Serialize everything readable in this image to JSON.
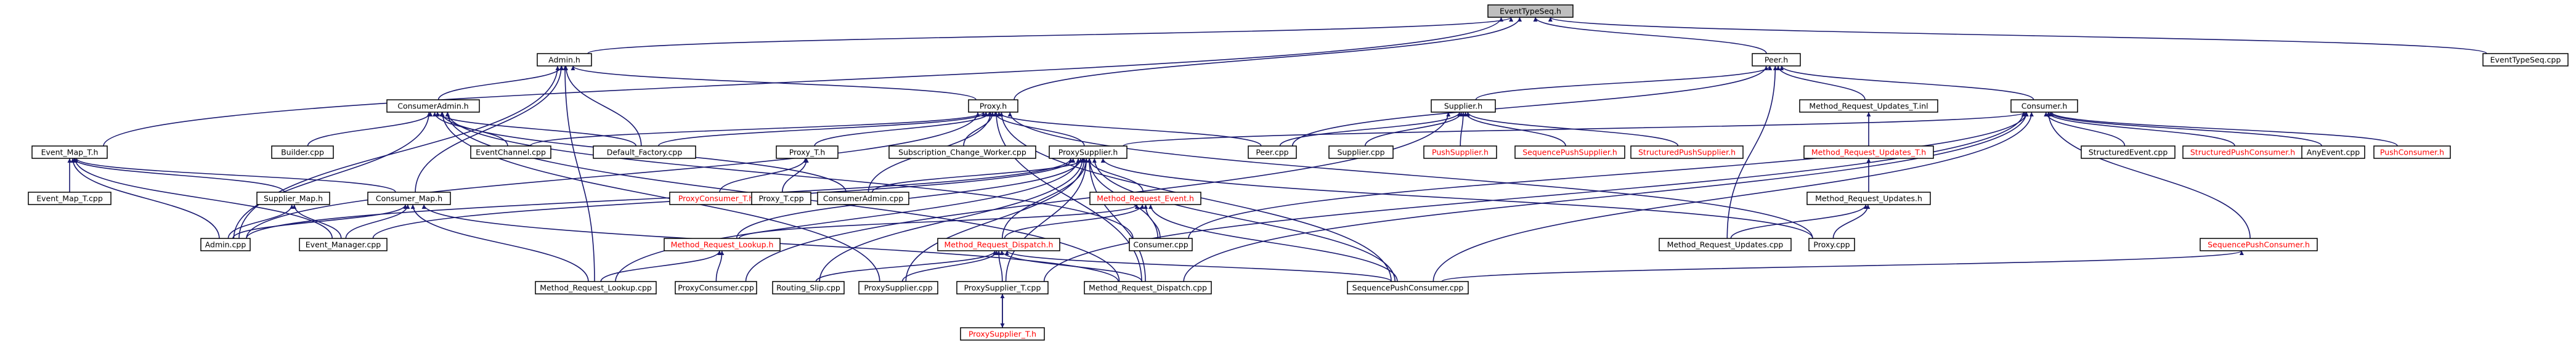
{
  "colors": {
    "edge": "#191970",
    "node_border": "#000000",
    "root_fill": "#bfbfbf",
    "missing_text": "#ff0000",
    "text": "#000000",
    "background": "#ffffff"
  },
  "nodes": [
    {
      "id": "ets_h",
      "label": "EventTypeSeq.h",
      "kind": "root"
    },
    {
      "id": "admin_h",
      "label": "Admin.h",
      "kind": "normal"
    },
    {
      "id": "peer_h",
      "label": "Peer.h",
      "kind": "normal"
    },
    {
      "id": "ets_cpp",
      "label": "EventTypeSeq.cpp",
      "kind": "normal"
    },
    {
      "id": "consumeradmin_h",
      "label": "ConsumerAdmin.h",
      "kind": "normal"
    },
    {
      "id": "proxy_h",
      "label": "Proxy.h",
      "kind": "normal"
    },
    {
      "id": "supplier_h",
      "label": "Supplier.h",
      "kind": "normal"
    },
    {
      "id": "mru_t_inl",
      "label": "Method_Request_Updates_T.inl",
      "kind": "normal"
    },
    {
      "id": "consumer_h",
      "label": "Consumer.h",
      "kind": "normal"
    },
    {
      "id": "eventmap_t_h",
      "label": "Event_Map_T.h",
      "kind": "normal"
    },
    {
      "id": "builder_cpp",
      "label": "Builder.cpp",
      "kind": "normal"
    },
    {
      "id": "eventchannel_cpp",
      "label": "EventChannel.cpp",
      "kind": "normal"
    },
    {
      "id": "default_factory_cpp",
      "label": "Default_Factory.cpp",
      "kind": "normal"
    },
    {
      "id": "proxy_t_h",
      "label": "Proxy_T.h",
      "kind": "normal"
    },
    {
      "id": "subscription_worker_cpp",
      "label": "Subscription_Change_Worker.cpp",
      "kind": "normal"
    },
    {
      "id": "proxysupplier_h",
      "label": "ProxySupplier.h",
      "kind": "normal"
    },
    {
      "id": "peer_cpp",
      "label": "Peer.cpp",
      "kind": "normal"
    },
    {
      "id": "supplier_cpp",
      "label": "Supplier.cpp",
      "kind": "normal"
    },
    {
      "id": "pushsupplier_h",
      "label": "PushSupplier.h",
      "kind": "missing"
    },
    {
      "id": "sequencepushsupplier_h",
      "label": "SequencePushSupplier.h",
      "kind": "missing"
    },
    {
      "id": "structuredpushsupplier_h",
      "label": "StructuredPushSupplier.h",
      "kind": "missing"
    },
    {
      "id": "mru_t_h",
      "label": "Method_Request_Updates_T.h",
      "kind": "missing"
    },
    {
      "id": "structuredevent_cpp",
      "label": "StructuredEvent.cpp",
      "kind": "normal"
    },
    {
      "id": "structuredpushconsumer_h",
      "label": "StructuredPushConsumer.h",
      "kind": "missing"
    },
    {
      "id": "anyevent_cpp",
      "label": "AnyEvent.cpp",
      "kind": "normal"
    },
    {
      "id": "pushconsumer_h",
      "label": "PushConsumer.h",
      "kind": "missing"
    },
    {
      "id": "eventmap_t_cpp",
      "label": "Event_Map_T.cpp",
      "kind": "normal"
    },
    {
      "id": "supplier_map_h",
      "label": "Supplier_Map.h",
      "kind": "normal"
    },
    {
      "id": "consumer_map_h",
      "label": "Consumer_Map.h",
      "kind": "normal"
    },
    {
      "id": "proxyconsumer_t_h",
      "label": "ProxyConsumer_T.h",
      "kind": "missing"
    },
    {
      "id": "proxy_t_cpp",
      "label": "Proxy_T.cpp",
      "kind": "normal"
    },
    {
      "id": "consumeradmin_cpp",
      "label": "ConsumerAdmin.cpp",
      "kind": "normal"
    },
    {
      "id": "mr_event_h",
      "label": "Method_Request_Event.h",
      "kind": "missing"
    },
    {
      "id": "mru_h",
      "label": "Method_Request_Updates.h",
      "kind": "normal"
    },
    {
      "id": "admin_cpp",
      "label": "Admin.cpp",
      "kind": "normal"
    },
    {
      "id": "event_manager_cpp",
      "label": "Event_Manager.cpp",
      "kind": "normal"
    },
    {
      "id": "mr_lookup_h",
      "label": "Method_Request_Lookup.h",
      "kind": "missing"
    },
    {
      "id": "consumer_cpp",
      "label": "Consumer.cpp",
      "kind": "normal"
    },
    {
      "id": "mr_dispatch_h",
      "label": "Method_Request_Dispatch.h",
      "kind": "missing"
    },
    {
      "id": "mru_cpp",
      "label": "Method_Request_Updates.cpp",
      "kind": "normal"
    },
    {
      "id": "proxy_cpp",
      "label": "Proxy.cpp",
      "kind": "normal"
    },
    {
      "id": "sequencepushconsumer_h",
      "label": "SequencePushConsumer.h",
      "kind": "missing"
    },
    {
      "id": "mr_lookup_cpp",
      "label": "Method_Request_Lookup.cpp",
      "kind": "normal"
    },
    {
      "id": "proxyconsumer_cpp",
      "label": "ProxyConsumer.cpp",
      "kind": "normal"
    },
    {
      "id": "routing_slip_cpp",
      "label": "Routing_Slip.cpp",
      "kind": "normal"
    },
    {
      "id": "proxysupplier_cpp",
      "label": "ProxySupplier.cpp",
      "kind": "normal"
    },
    {
      "id": "proxysupplier_t_cpp",
      "label": "ProxySupplier_T.cpp",
      "kind": "normal"
    },
    {
      "id": "mr_dispatch_cpp",
      "label": "Method_Request_Dispatch.cpp",
      "kind": "normal"
    },
    {
      "id": "sequencepushconsumer_cpp",
      "label": "SequencePushConsumer.cpp",
      "kind": "normal"
    },
    {
      "id": "proxysupplier_t_h",
      "label": "ProxySupplier_T.h",
      "kind": "missing"
    }
  ],
  "edges": [
    [
      "admin_h",
      "ets_h"
    ],
    [
      "peer_h",
      "ets_h"
    ],
    [
      "ets_cpp",
      "ets_h"
    ],
    [
      "proxy_h",
      "ets_h"
    ],
    [
      "eventmap_t_h",
      "ets_h"
    ],
    [
      "consumeradmin_h",
      "admin_h"
    ],
    [
      "proxy_h",
      "admin_h"
    ],
    [
      "default_factory_cpp",
      "admin_h"
    ],
    [
      "admin_cpp",
      "admin_h"
    ],
    [
      "mr_lookup_cpp",
      "admin_h"
    ],
    [
      "consumer_map_h",
      "admin_h"
    ],
    [
      "supplier_h",
      "peer_h"
    ],
    [
      "consumer_h",
      "peer_h"
    ],
    [
      "mru_t_inl",
      "peer_h"
    ],
    [
      "peer_cpp",
      "peer_h"
    ],
    [
      "mru_cpp",
      "peer_h"
    ],
    [
      "builder_cpp",
      "consumeradmin_h"
    ],
    [
      "eventchannel_cpp",
      "consumeradmin_h"
    ],
    [
      "default_factory_cpp",
      "consumeradmin_h"
    ],
    [
      "admin_cpp",
      "consumeradmin_h"
    ],
    [
      "consumeradmin_cpp",
      "consumeradmin_h"
    ],
    [
      "mr_dispatch_cpp",
      "consumeradmin_h"
    ],
    [
      "proxysupplier_cpp",
      "consumeradmin_h"
    ],
    [
      "consumer_cpp",
      "consumeradmin_h"
    ],
    [
      "proxy_t_h",
      "proxy_h"
    ],
    [
      "subscription_worker_cpp",
      "proxy_h"
    ],
    [
      "proxysupplier_h",
      "proxy_h"
    ],
    [
      "peer_cpp",
      "proxy_h"
    ],
    [
      "proxy_cpp",
      "proxy_h"
    ],
    [
      "default_factory_cpp",
      "proxy_h"
    ],
    [
      "eventchannel_cpp",
      "proxy_h"
    ],
    [
      "admin_cpp",
      "proxy_h"
    ],
    [
      "consumeradmin_cpp",
      "proxy_h"
    ],
    [
      "sequencepushconsumer_cpp",
      "proxy_h"
    ],
    [
      "mr_dispatch_cpp",
      "proxy_h"
    ],
    [
      "supplier_cpp",
      "supplier_h"
    ],
    [
      "pushsupplier_h",
      "supplier_h"
    ],
    [
      "sequencepushsupplier_h",
      "supplier_h"
    ],
    [
      "structuredpushsupplier_h",
      "supplier_h"
    ],
    [
      "peer_cpp",
      "supplier_h"
    ],
    [
      "proxyconsumer_cpp",
      "supplier_h"
    ],
    [
      "mru_t_h",
      "mru_t_inl"
    ],
    [
      "structuredevent_cpp",
      "consumer_h"
    ],
    [
      "structuredpushconsumer_h",
      "consumer_h"
    ],
    [
      "anyevent_cpp",
      "consumer_h"
    ],
    [
      "pushconsumer_h",
      "consumer_h"
    ],
    [
      "proxysupplier_h",
      "consumer_h"
    ],
    [
      "consumer_cpp",
      "consumer_h"
    ],
    [
      "sequencepushconsumer_h",
      "consumer_h"
    ],
    [
      "mr_dispatch_cpp",
      "consumer_h"
    ],
    [
      "sequencepushconsumer_cpp",
      "consumer_h"
    ],
    [
      "proxysupplier_t_cpp",
      "consumer_h"
    ],
    [
      "eventmap_t_cpp",
      "eventmap_t_h"
    ],
    [
      "supplier_map_h",
      "eventmap_t_h"
    ],
    [
      "consumer_map_h",
      "eventmap_t_h"
    ],
    [
      "admin_cpp",
      "eventmap_t_h"
    ],
    [
      "event_manager_cpp",
      "eventmap_t_h"
    ],
    [
      "proxyconsumer_t_h",
      "proxy_t_h"
    ],
    [
      "proxy_t_cpp",
      "proxy_t_h"
    ],
    [
      "consumeradmin_cpp",
      "proxysupplier_h"
    ],
    [
      "mr_event_h",
      "proxysupplier_h"
    ],
    [
      "mr_lookup_h",
      "proxysupplier_h"
    ],
    [
      "mr_dispatch_h",
      "proxysupplier_h"
    ],
    [
      "proxysupplier_cpp",
      "proxysupplier_h"
    ],
    [
      "proxysupplier_t_cpp",
      "proxysupplier_h"
    ],
    [
      "mr_lookup_cpp",
      "proxysupplier_h"
    ],
    [
      "admin_cpp",
      "proxysupplier_h"
    ],
    [
      "event_manager_cpp",
      "proxysupplier_h"
    ],
    [
      "mr_dispatch_cpp",
      "proxysupplier_h"
    ],
    [
      "sequencepushconsumer_cpp",
      "proxysupplier_h"
    ],
    [
      "routing_slip_cpp",
      "proxysupplier_h"
    ],
    [
      "consumer_cpp",
      "proxysupplier_h"
    ],
    [
      "proxy_cpp",
      "proxysupplier_h"
    ],
    [
      "mru_h",
      "mru_t_h"
    ],
    [
      "mru_cpp",
      "mru_h"
    ],
    [
      "proxy_cpp",
      "mru_h"
    ],
    [
      "admin_cpp",
      "supplier_map_h"
    ],
    [
      "event_manager_cpp",
      "supplier_map_h"
    ],
    [
      "admin_cpp",
      "consumer_map_h"
    ],
    [
      "event_manager_cpp",
      "consumer_map_h"
    ],
    [
      "mr_lookup_cpp",
      "consumer_map_h"
    ],
    [
      "mr_dispatch_cpp",
      "consumer_map_h"
    ],
    [
      "consumer_cpp",
      "mr_event_h"
    ],
    [
      "mr_dispatch_h",
      "mr_event_h"
    ],
    [
      "mr_lookup_h",
      "mr_event_h"
    ],
    [
      "sequencepushconsumer_cpp",
      "mr_event_h"
    ],
    [
      "mr_lookup_cpp",
      "mr_lookup_h"
    ],
    [
      "proxyconsumer_cpp",
      "mr_lookup_h"
    ],
    [
      "routing_slip_cpp",
      "mr_dispatch_h"
    ],
    [
      "proxysupplier_cpp",
      "mr_dispatch_h"
    ],
    [
      "proxysupplier_t_cpp",
      "mr_dispatch_h"
    ],
    [
      "mr_dispatch_cpp",
      "mr_dispatch_h"
    ],
    [
      "sequencepushconsumer_cpp",
      "mr_dispatch_h"
    ],
    [
      "proxysupplier_t_h",
      "proxysupplier_t_cpp"
    ],
    [
      "proxysupplier_t_cpp",
      "proxysupplier_t_h"
    ],
    [
      "sequencepushconsumer_cpp",
      "sequencepushconsumer_h"
    ]
  ]
}
